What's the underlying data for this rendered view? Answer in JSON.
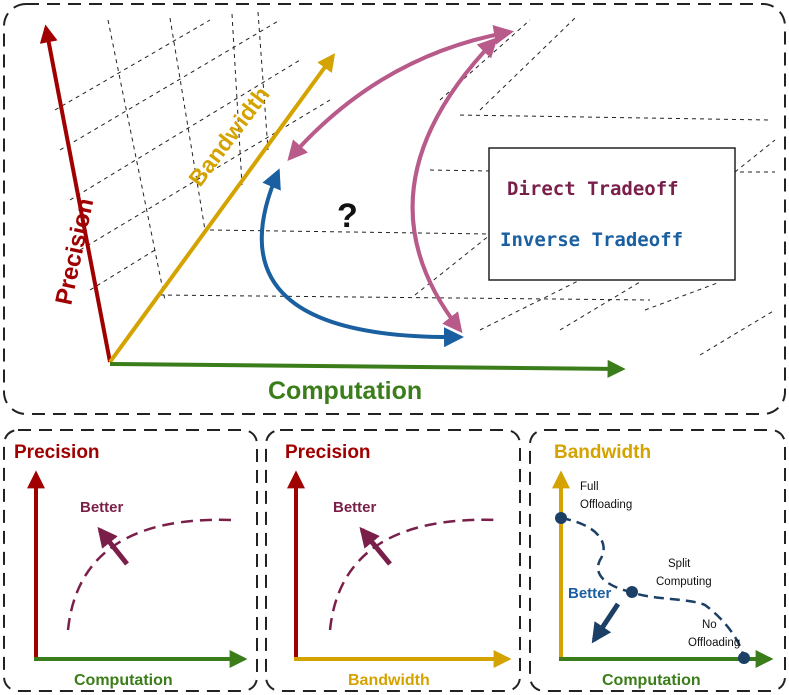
{
  "colors": {
    "precision": "#a00000",
    "bandwidth": "#d4a300",
    "computation": "#3a7d1a",
    "direct": "#b85a8a",
    "inverse": "#1a5fa0",
    "curve": "#7a1f4a",
    "offload": "#1c3f66"
  },
  "main": {
    "axis_precision": "Precision",
    "axis_bandwidth": "Bandwidth",
    "axis_computation": "Computation",
    "question": "?",
    "legend": {
      "direct": "Direct Tradeoff",
      "inverse": "Inverse Tradeoff"
    }
  },
  "panel1": {
    "title": "Precision",
    "better": "Better",
    "xlabel": "Computation"
  },
  "panel2": {
    "title": "Precision",
    "better": "Better",
    "xlabel": "Bandwidth"
  },
  "panel3": {
    "title": "Bandwidth",
    "better": "Better",
    "xlabel": "Computation",
    "full_1": "Full",
    "full_2": "Offloading",
    "split_1": "Split",
    "split_2": "Computing",
    "no_1": "No",
    "no_2": "Offloading"
  }
}
